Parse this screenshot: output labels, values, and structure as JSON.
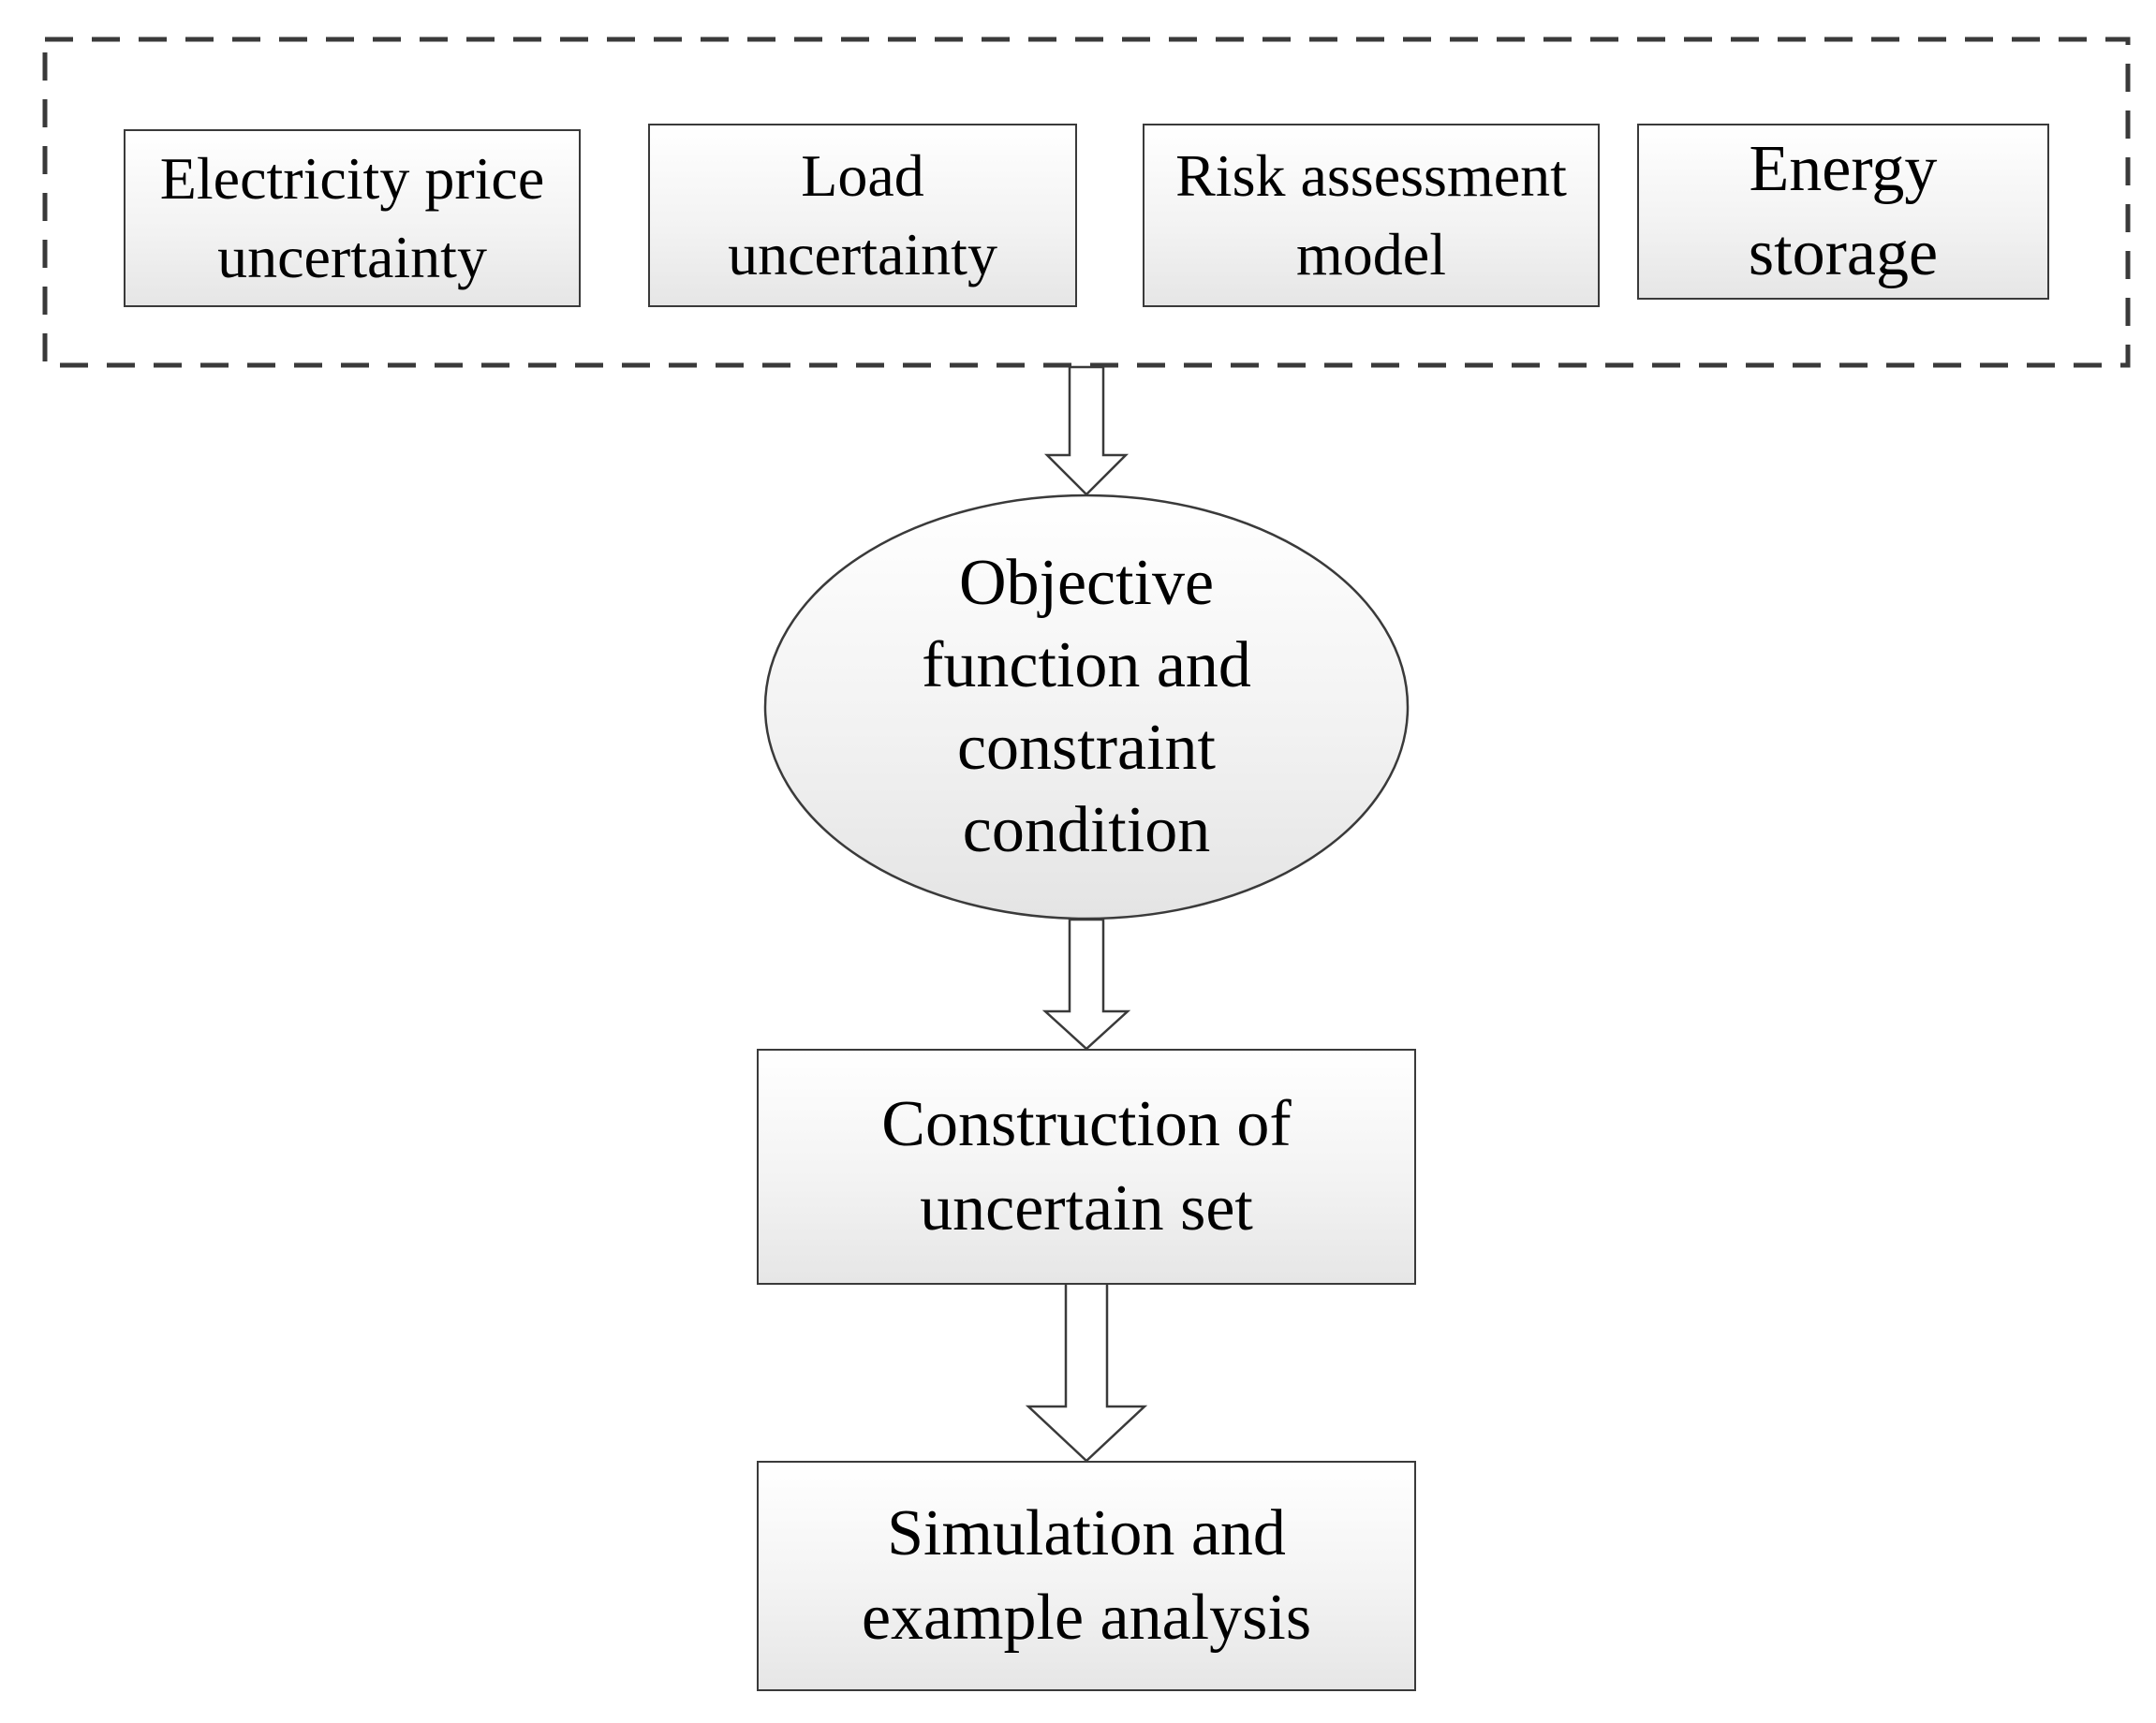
{
  "diagram": {
    "group": {
      "items": [
        {
          "id": "electricity-price-uncertainty",
          "label": "Electricity price\nuncertainty"
        },
        {
          "id": "load-uncertainty",
          "label": "Load\nuncertainty"
        },
        {
          "id": "risk-assessment-model",
          "label": "Risk assessment\nmodel"
        },
        {
          "id": "energy-storage",
          "label": "Energy\nstorage"
        }
      ]
    },
    "steps": [
      {
        "id": "objective-function",
        "shape": "ellipse",
        "label": "Objective\nfunction and\nconstraint\ncondition"
      },
      {
        "id": "construction-uncertain-set",
        "shape": "rectangle",
        "label": "Construction of\nuncertain set"
      },
      {
        "id": "simulation-analysis",
        "shape": "rectangle",
        "label": "Simulation and\nexample analysis"
      }
    ],
    "edges": [
      {
        "from": "group",
        "to": "objective-function"
      },
      {
        "from": "objective-function",
        "to": "construction-uncertain-set"
      },
      {
        "from": "construction-uncertain-set",
        "to": "simulation-analysis"
      }
    ],
    "colors": {
      "stroke": "#3a3a3a",
      "fill_top": "#ffffff",
      "fill_bottom": "#e6e6e6",
      "text": "#000000"
    }
  }
}
